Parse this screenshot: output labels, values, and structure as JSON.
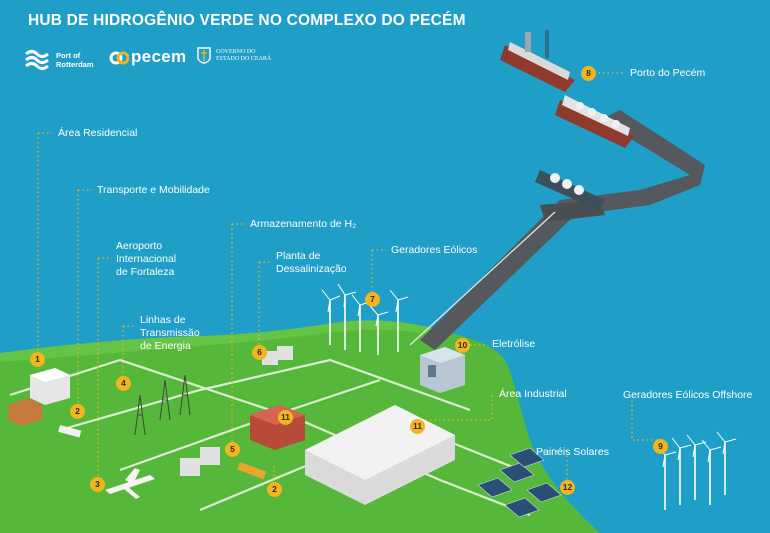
{
  "title": "HUB DE HIDROGÊNIO VERDE NO COMPLEXO DO PECÉM",
  "logos": {
    "rotterdam": {
      "line1": "Port of",
      "line2": "Rotterdam"
    },
    "pecem": {
      "name": "pecem"
    },
    "governo": {
      "line1": "GOVERNO DO",
      "line2": "ESTADO DO CEARÁ"
    }
  },
  "labels": {
    "area_residencial": "Área Residencial",
    "transporte": "Transporte e Mobilidade",
    "aeroporto_1": "Aeroporto",
    "aeroporto_2": "Internacional",
    "aeroporto_3": "de Fortaleza",
    "linhas_1": "Linhas de",
    "linhas_2": "Transmissão",
    "linhas_3": "de Energia",
    "armazenamento": "Armazenamento de H₂",
    "planta_1": "Planta de",
    "planta_2": "Dessalinização",
    "geradores_eolicos": "Geradores Eólicos",
    "eletrolise": "Eletrólise",
    "porto": "Porto do Pecém",
    "area_industrial": "Área Industrial",
    "paineis": "Painéis Solares",
    "offshore": "Geradores Eólicos Offshore"
  },
  "markers": {
    "m1": "1",
    "m2a": "2",
    "m2b": "2",
    "m3": "3",
    "m4": "4",
    "m5": "5",
    "m6": "6",
    "m7": "7",
    "m8": "8",
    "m9": "9",
    "m10": "10",
    "m11a": "11",
    "m11b": "11",
    "m12": "12"
  },
  "colors": {
    "sea": "#1f9ec7",
    "land": "#56b83a",
    "land_dark": "#3f9a2c",
    "marker": "#f2b51d",
    "pier": "#55585c"
  }
}
